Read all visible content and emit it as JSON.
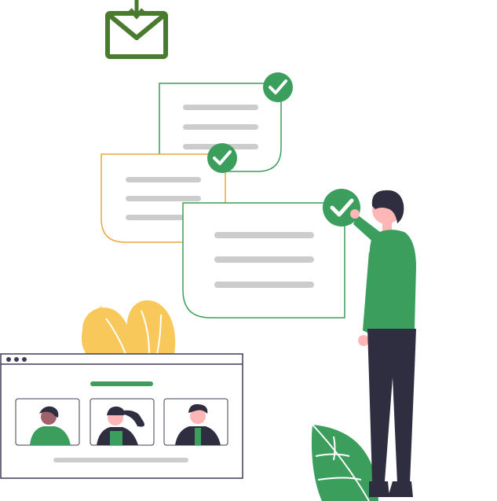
{
  "colors": {
    "brand_green": "#3c9e5c",
    "dark_green": "#4a7a2e",
    "gold": "#e7a73a",
    "leaf_yellow": "#f8c95a",
    "line_gray": "#cccccc",
    "navy": "#2f2e41",
    "skin": "#ffb6b6",
    "skin_dark": "#a0616a",
    "card_border_green": "#3c9e5c"
  },
  "icons": {
    "mail": "mail-download-icon",
    "check": "checkmark-icon",
    "plant": "leaf-plant-icon",
    "window_dots": "window-control-dots-icon"
  },
  "cards": [
    {
      "id": "back",
      "checked": true,
      "border": "green"
    },
    {
      "id": "middle",
      "checked": true,
      "border": "gold"
    },
    {
      "id": "front",
      "checked": true,
      "border": "green"
    }
  ],
  "video_window": {
    "participants": 3
  }
}
